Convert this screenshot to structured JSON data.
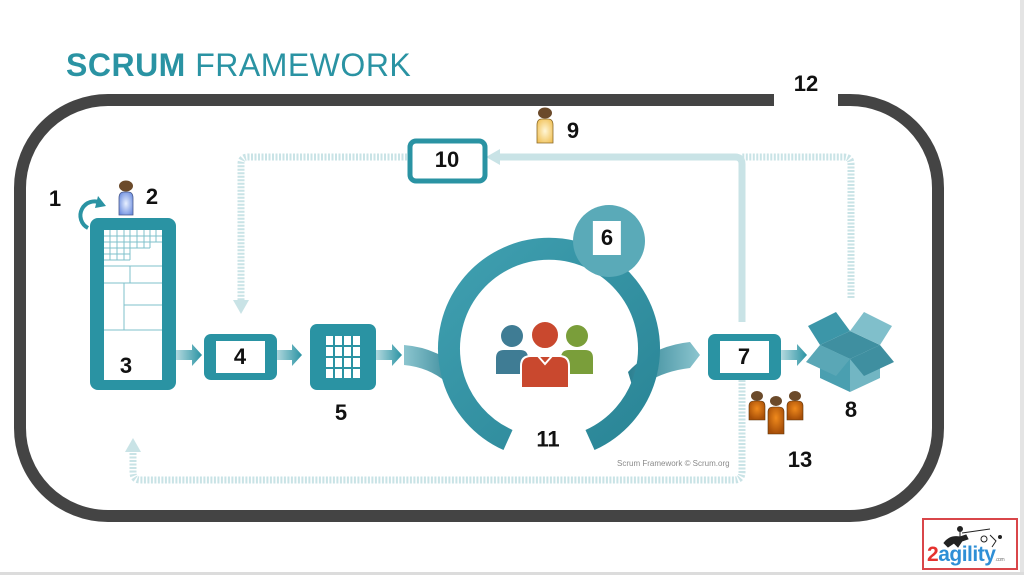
{
  "title": {
    "bold": "SCRUM",
    "light": "FRAMEWORK"
  },
  "colors": {
    "teal": "#2a93a3",
    "teal_dark": "#1f7d8c",
    "teal_light": "#c9e3e6",
    "frame": "#444444",
    "team_blue": "#3f7c94",
    "team_red": "#c9482e",
    "team_green": "#7a9e3a",
    "stakeholder_orange": "#d06a10",
    "person_head": "#6b4a2a",
    "logo_red": "#e5322f",
    "logo_blue": "#2f8fd6"
  },
  "labels": [
    {
      "id": "1",
      "text": "1",
      "refers_to": "refresh-cycle-icon"
    },
    {
      "id": "2",
      "text": "2",
      "refers_to": "product-owner-figure"
    },
    {
      "id": "3",
      "text": "3",
      "refers_to": "product-backlog"
    },
    {
      "id": "4",
      "text": "4",
      "refers_to": "sprint-planning-box"
    },
    {
      "id": "5",
      "text": "5",
      "refers_to": "sprint-backlog"
    },
    {
      "id": "6",
      "text": "6",
      "refers_to": "daily-scrum-circle"
    },
    {
      "id": "7",
      "text": "7",
      "refers_to": "sprint-review-box"
    },
    {
      "id": "8",
      "text": "8",
      "refers_to": "increment-box"
    },
    {
      "id": "9",
      "text": "9",
      "refers_to": "scrum-master-figure"
    },
    {
      "id": "10",
      "text": "10",
      "refers_to": "retrospective-box"
    },
    {
      "id": "11",
      "text": "11",
      "refers_to": "sprint-cycle"
    },
    {
      "id": "12",
      "text": "12",
      "refers_to": "scrum-frame"
    },
    {
      "id": "13",
      "text": "13",
      "refers_to": "stakeholders-group"
    }
  ],
  "icons": {
    "refresh": "refresh-cycle-icon",
    "product_owner": "person-icon",
    "scrum_master": "person-icon",
    "dev_team": "team-icon",
    "stakeholders": "group-icon",
    "increment": "open-box-icon"
  },
  "copyright": "Scrum Framework © Scrum.org",
  "logo": {
    "two": "2",
    "agility": "agility",
    "com": ".com"
  }
}
